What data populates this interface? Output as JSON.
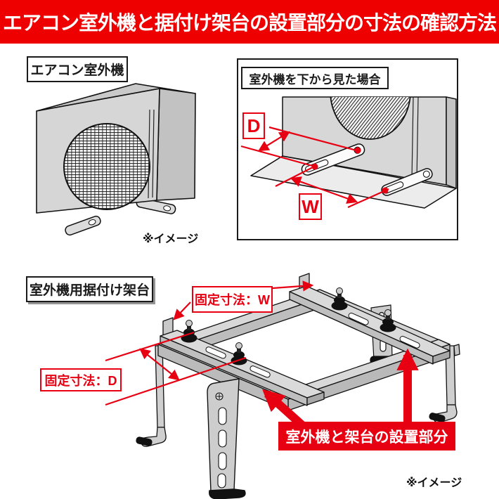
{
  "header": {
    "title": "エアコン室外機と据付け架台の設置部分の寸法の確認方法",
    "bg_color": "#ee0000",
    "text_color": "#ffffff"
  },
  "colors": {
    "annotation_red": "#e60012",
    "unit_gray": "#d6d6d6",
    "frame_gray": "#cccccc",
    "outline_black": "#1a1a1a"
  },
  "outdoor_unit_section": {
    "label": "エアコン室外機",
    "note": "※イメージ"
  },
  "bottom_view_section": {
    "label": "室外機を下から見た場合",
    "dim_depth": "D",
    "dim_width": "W"
  },
  "stand_section": {
    "label": "室外機用据付け架台",
    "fixed_dim_w": "固定寸法：W",
    "fixed_dim_d": "固定寸法：D",
    "highlight": "室外機と架台の設置部分",
    "note": "※イメージ"
  }
}
